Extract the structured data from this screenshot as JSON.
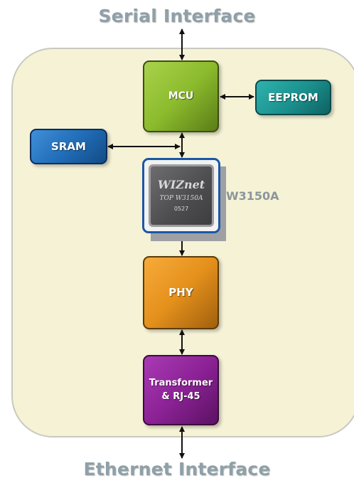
{
  "titles": {
    "top": "Serial Interface",
    "bottom": "Ethernet Interface"
  },
  "blocks": {
    "mcu": "MCU",
    "eeprom": "EEPROM",
    "sram": "SRAM",
    "phy": "PHY",
    "transformer_line1": "Transformer",
    "transformer_line2": "& RJ-45"
  },
  "chip": {
    "brand": "WIZnet",
    "part_marking": "TOP W3150A",
    "date_code": "0527",
    "label": "W3150A"
  },
  "colors": {
    "title": "#8fa0a8",
    "board": "#f5f2d6",
    "mcu": "#8cbb2d",
    "eeprom": "#1b8f8c",
    "sram": "#1f6bb5",
    "phy": "#e4901c",
    "transformer": "#8c2296",
    "chip_border": "#1b57a6"
  }
}
